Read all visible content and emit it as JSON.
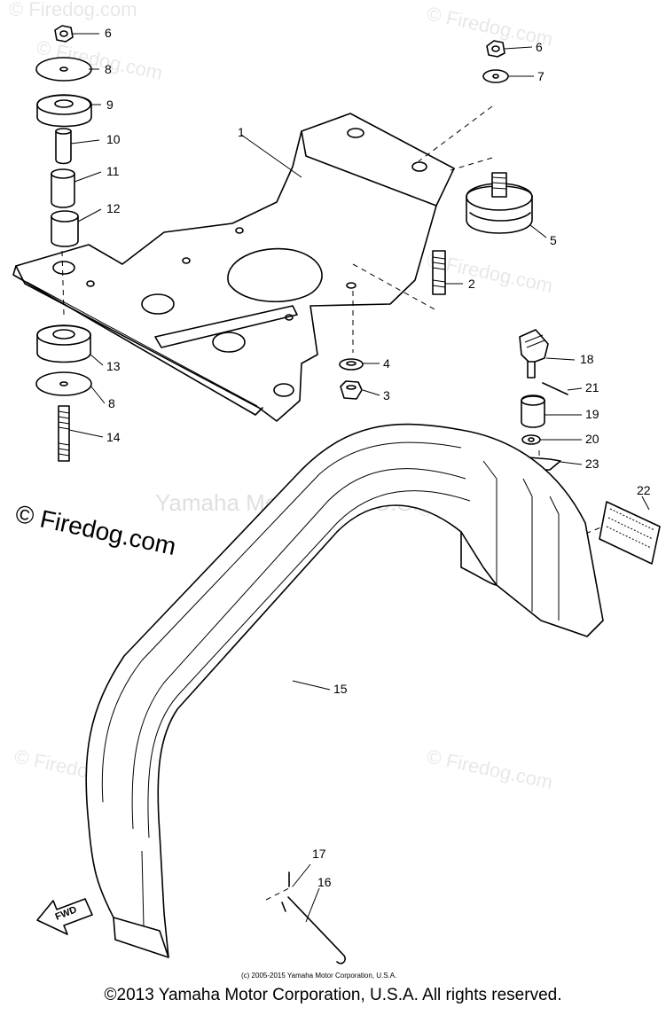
{
  "watermarks": {
    "firedog": "© Firedog.com",
    "mid": "Yamaha Motor Corp. U.S.A."
  },
  "callouts": [
    "1",
    "2",
    "3",
    "4",
    "5",
    "6",
    "6",
    "7",
    "8",
    "8",
    "9",
    "10",
    "11",
    "12",
    "13",
    "14",
    "15",
    "16",
    "17",
    "18",
    "19",
    "20",
    "21",
    "22",
    "23"
  ],
  "fwd_label": "FWD",
  "small_credit": "(c) 2005-2015 Yamaha Motor Corporation, U.S.A.",
  "copyright": "©2013 Yamaha Motor Corporation, U.S.A. All rights reserved."
}
